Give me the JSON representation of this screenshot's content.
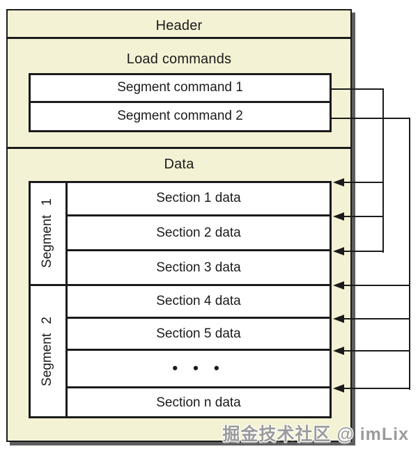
{
  "diagram": {
    "header_label": "Header",
    "load_commands": {
      "label": "Load commands",
      "commands": [
        "Segment command 1",
        "Segment command 2"
      ]
    },
    "data": {
      "label": "Data",
      "segments": [
        {
          "name": "Segment 1",
          "sections": [
            "Section 1 data",
            "Section 2 data",
            "Section 3 data"
          ]
        },
        {
          "name": "Segment 2",
          "sections": [
            "Section 4 data",
            "Section 5 data",
            "• • •",
            "Section n data"
          ]
        }
      ]
    }
  },
  "watermark": "掘金技术社区 @ imLix",
  "colors": {
    "box_fill": "#f4f2d4",
    "section_fill": "#ffffff",
    "line": "#1b1b1b",
    "shadow": "#5e5e5e",
    "watermark_text": "#9b9b9b"
  }
}
